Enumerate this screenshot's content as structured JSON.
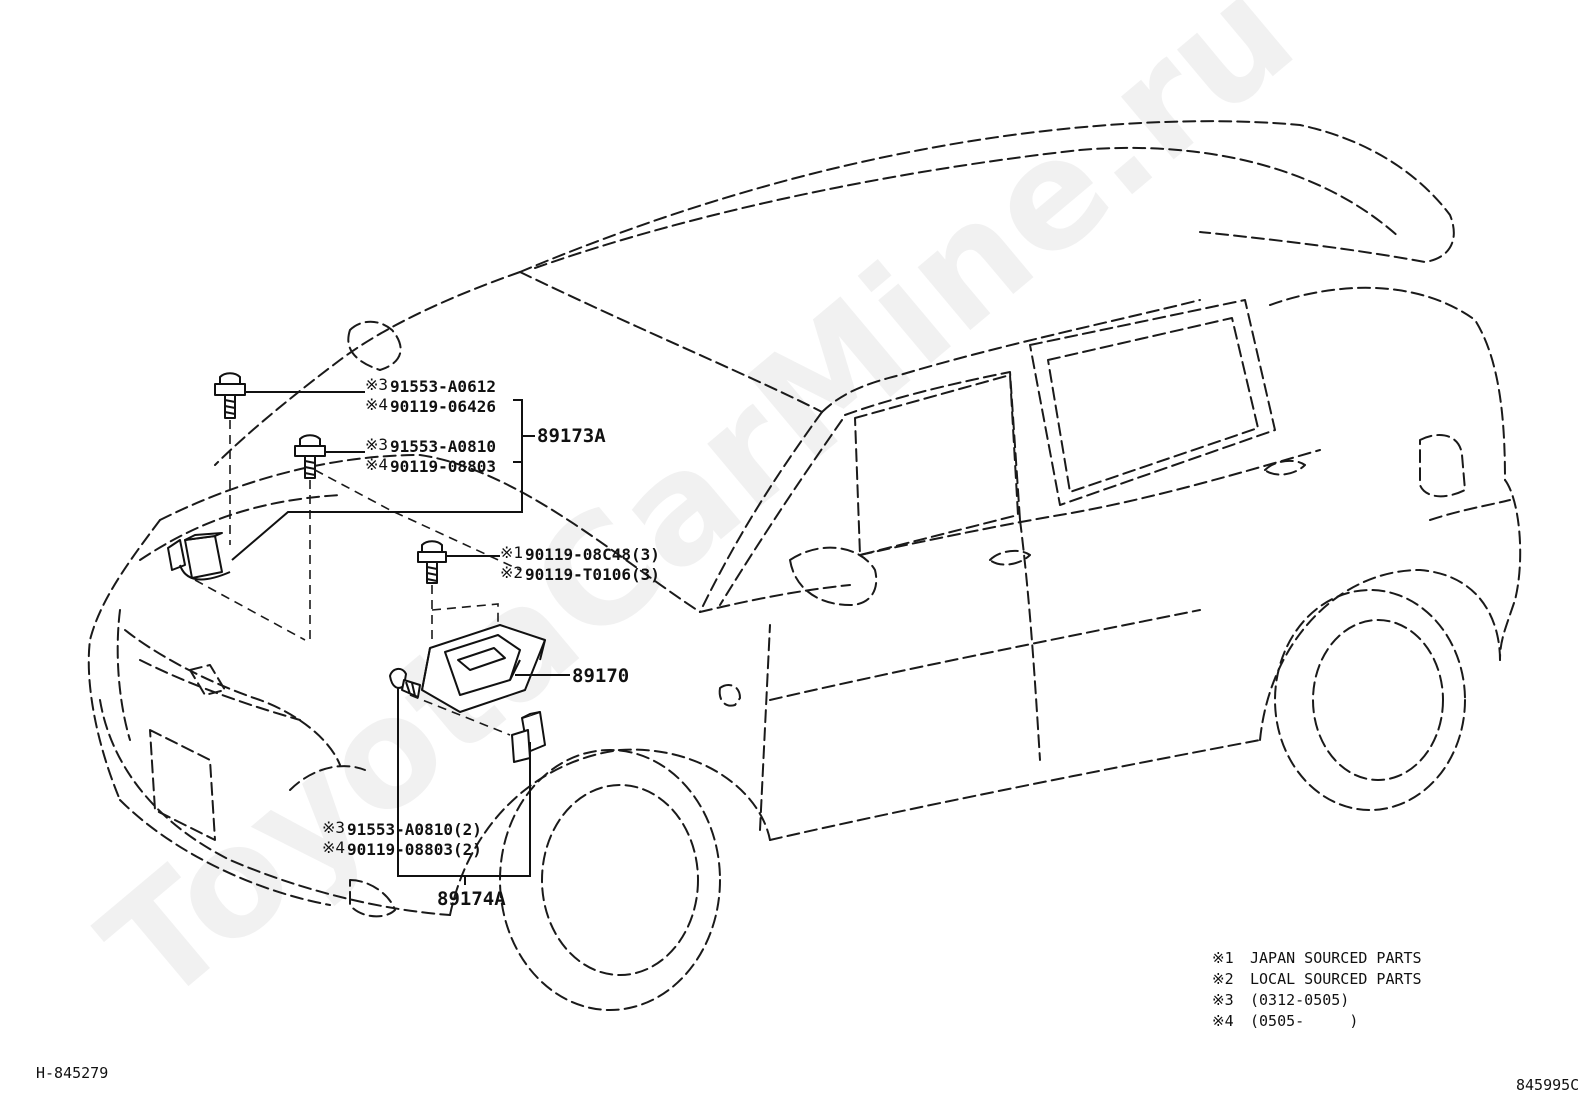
{
  "watermark": "ToyotaCarMine.ru",
  "diagram_id": "H-845279",
  "figure_code": "845995C",
  "groups": {
    "g89173a": {
      "callout": "89173A",
      "rows": [
        {
          "mark": "※3",
          "part": "91553-A0612"
        },
        {
          "mark": "※4",
          "part": "90119-06426"
        },
        {
          "mark": "※3",
          "part": "91553-A0810"
        },
        {
          "mark": "※4",
          "part": "90119-08803"
        }
      ]
    },
    "g89170": {
      "callout": "89170",
      "rows": [
        {
          "mark": "※1",
          "part": "90119-08C48(3)"
        },
        {
          "mark": "※2",
          "part": "90119-T0106(3)"
        }
      ]
    },
    "g89174a": {
      "callout": "89174A",
      "rows": [
        {
          "mark": "※3",
          "part": "91553-A0810(2)"
        },
        {
          "mark": "※4",
          "part": "90119-08803(2)"
        }
      ]
    }
  },
  "legend": [
    {
      "mark": "※1",
      "text": "JAPAN SOURCED PARTS"
    },
    {
      "mark": "※2",
      "text": "LOCAL SOURCED PARTS"
    },
    {
      "mark": "※3",
      "text": "(0312-0505)"
    },
    {
      "mark": "※4",
      "text": "(0505-     )"
    }
  ]
}
